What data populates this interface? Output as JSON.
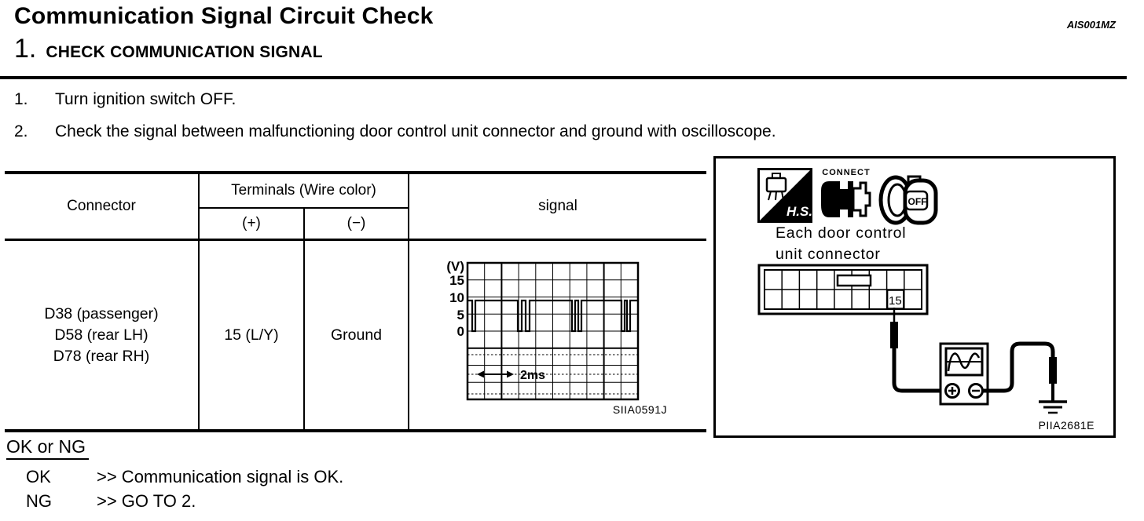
{
  "page": {
    "title": "Communication Signal Circuit Check",
    "doc_code": "AIS001MZ",
    "step_number": "1.",
    "step_heading": "CHECK COMMUNICATION SIGNAL",
    "instructions": [
      {
        "num": "1.",
        "text": "Turn ignition switch OFF."
      },
      {
        "num": "2.",
        "text": "Check the signal between malfunctioning door control unit connector and ground with oscilloscope."
      }
    ]
  },
  "table": {
    "col_connector": "Connector",
    "col_terminals": "Terminals (Wire color)",
    "col_plus": "(+)",
    "col_minus": "(−)",
    "col_signal": "signal",
    "row": {
      "connectors": [
        "D38 (passenger)",
        "D58 (rear LH)",
        "D78 (rear RH)"
      ],
      "terminal_plus": "15 (L/Y)",
      "terminal_minus": "Ground"
    }
  },
  "scope": {
    "unit": "(V)",
    "tick_15": "15",
    "tick_10": "10",
    "tick_5": "5",
    "tick_0": "0",
    "time_div": "2ms",
    "caption": "SIIA0591J"
  },
  "figure": {
    "hs_label": "H.S.",
    "connect_label": "CONNECT",
    "key_label": "OFF",
    "title_line1": "Each door control",
    "title_line2": "unit connector",
    "pin": "15",
    "caption": "PIIA2681E"
  },
  "result": {
    "heading": "OK or NG",
    "items": [
      {
        "label": "OK",
        "action": ">> Communication signal is OK."
      },
      {
        "label": "NG",
        "action": ">> GO TO 2."
      }
    ]
  }
}
